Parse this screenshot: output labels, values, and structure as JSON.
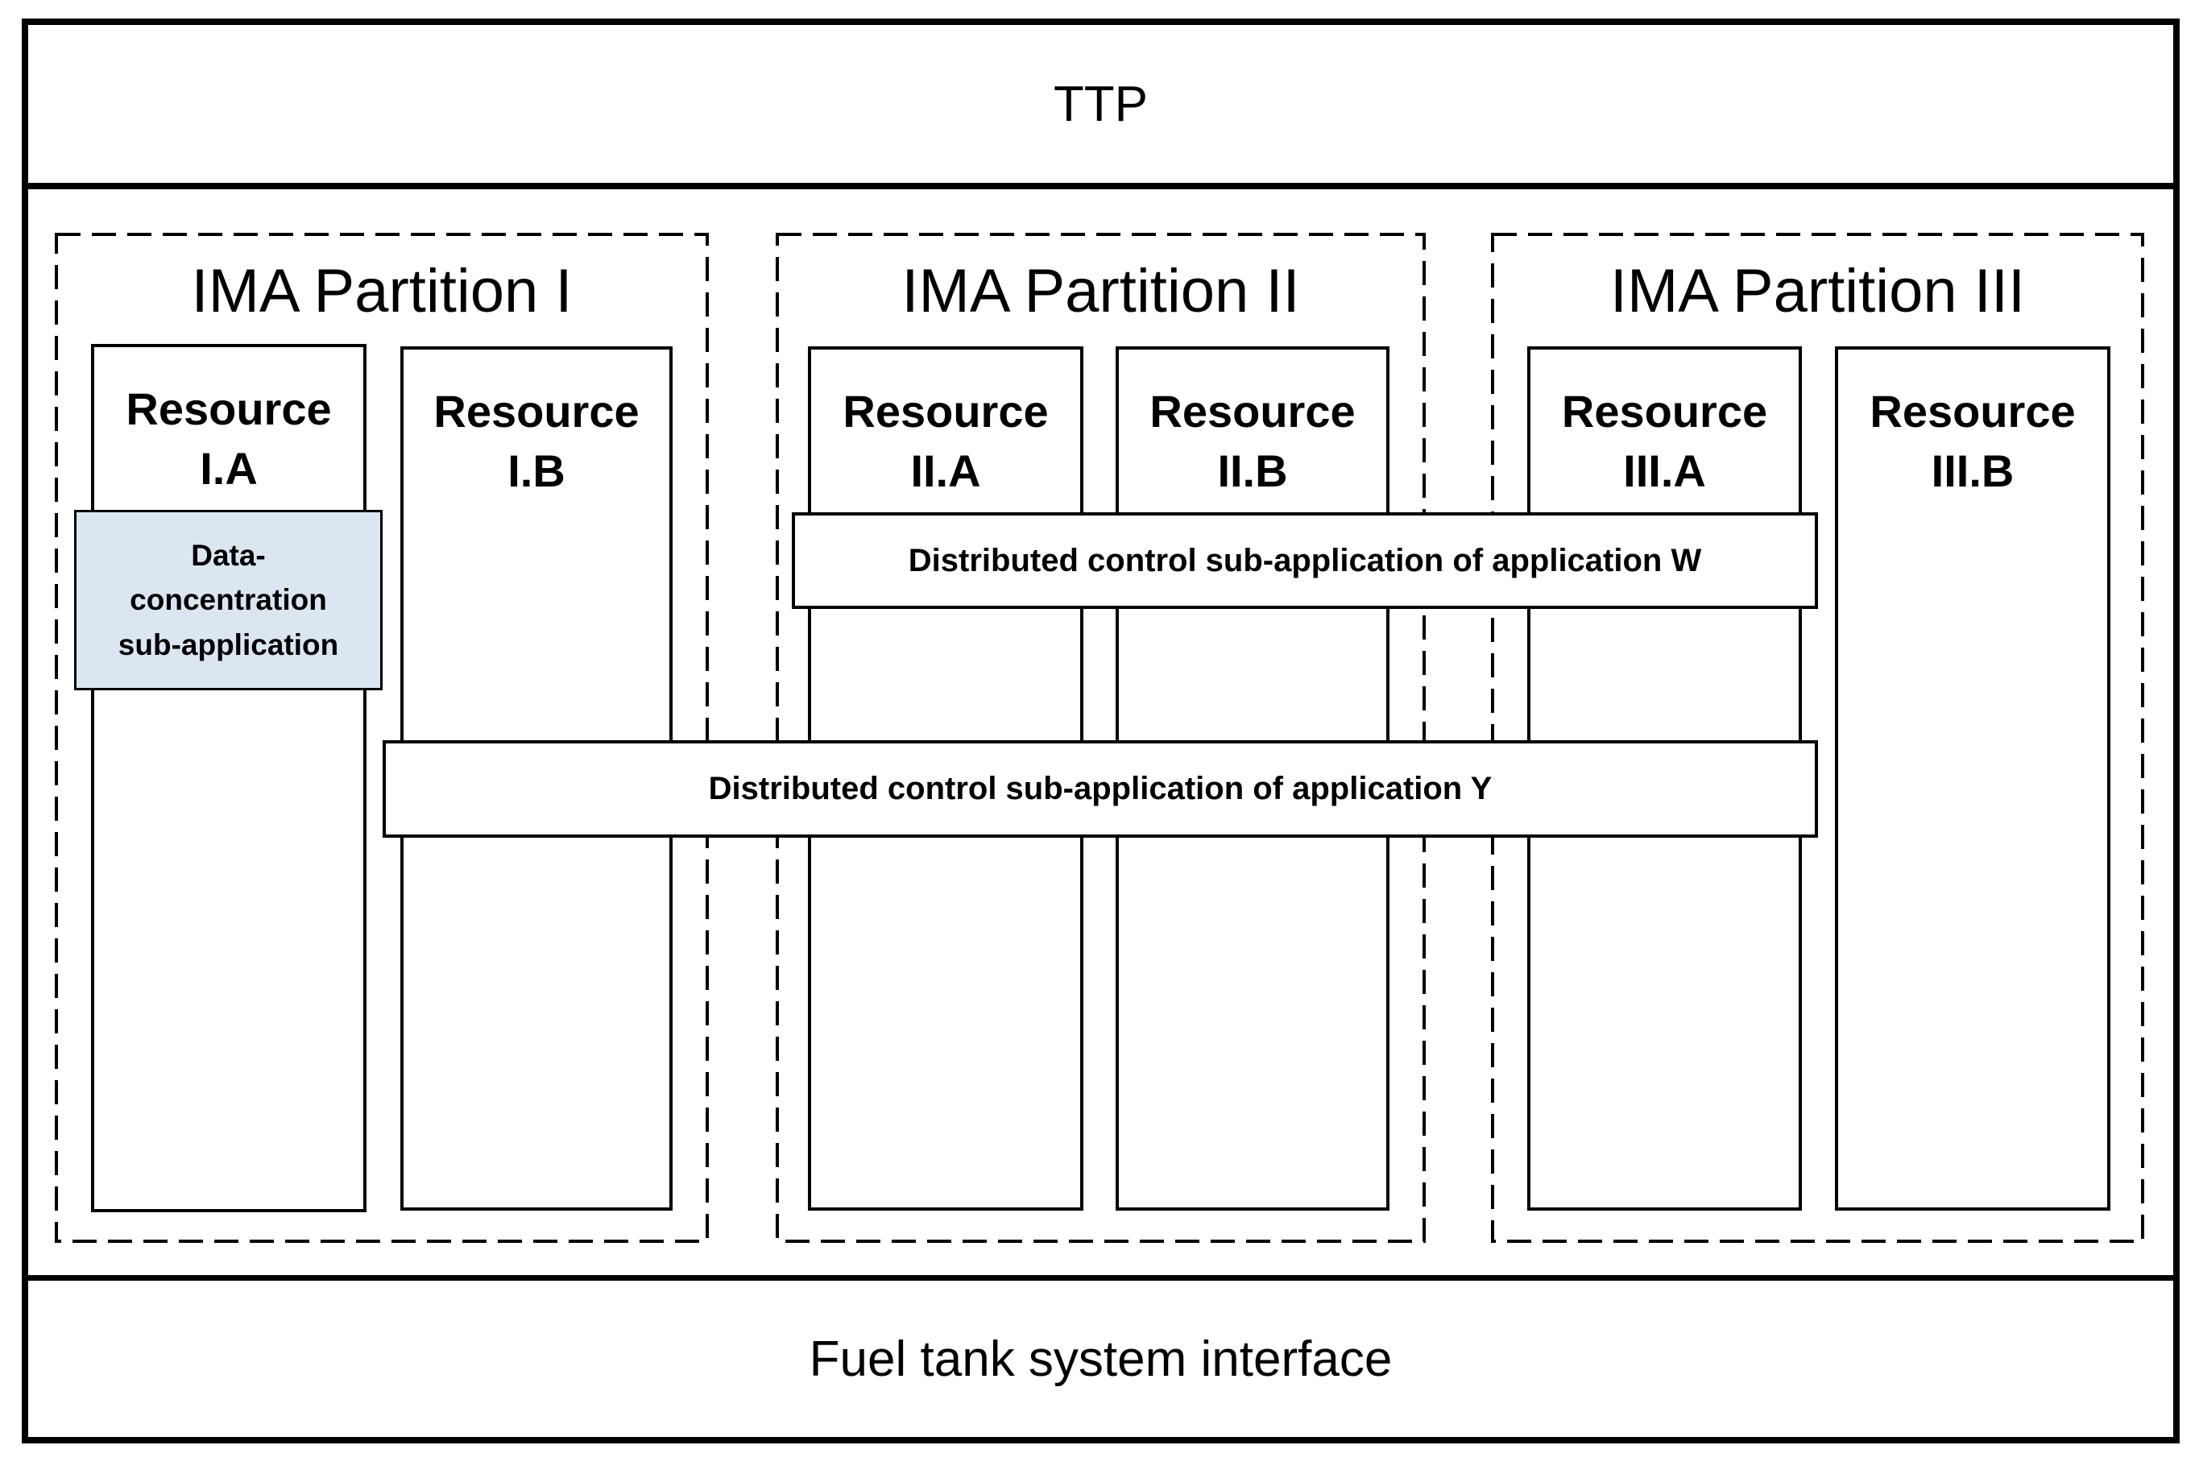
{
  "header": {
    "title": "TTP"
  },
  "footer": {
    "title": "Fuel tank system interface"
  },
  "partitions": [
    {
      "title": "IMA Partition I",
      "resources": [
        {
          "line1": "Resource",
          "line2": "I.A"
        },
        {
          "line1": "Resource",
          "line2": "I.B"
        }
      ]
    },
    {
      "title": "IMA Partition II",
      "resources": [
        {
          "line1": "Resource",
          "line2": "II.A"
        },
        {
          "line1": "Resource",
          "line2": "II.B"
        }
      ]
    },
    {
      "title": "IMA Partition III",
      "resources": [
        {
          "line1": "Resource",
          "line2": "III.A"
        },
        {
          "line1": "Resource",
          "line2": "III.B"
        }
      ]
    }
  ],
  "overlays": {
    "data_concentration": {
      "line1": "Data-",
      "line2": "concentration",
      "line3": "sub-application",
      "fill": "#dce6f1"
    },
    "app_w": {
      "label": "Distributed control sub-application of application W"
    },
    "app_y": {
      "label": "Distributed control sub-application of application Y"
    }
  },
  "colors": {
    "line": "#000000",
    "background": "#ffffff"
  }
}
